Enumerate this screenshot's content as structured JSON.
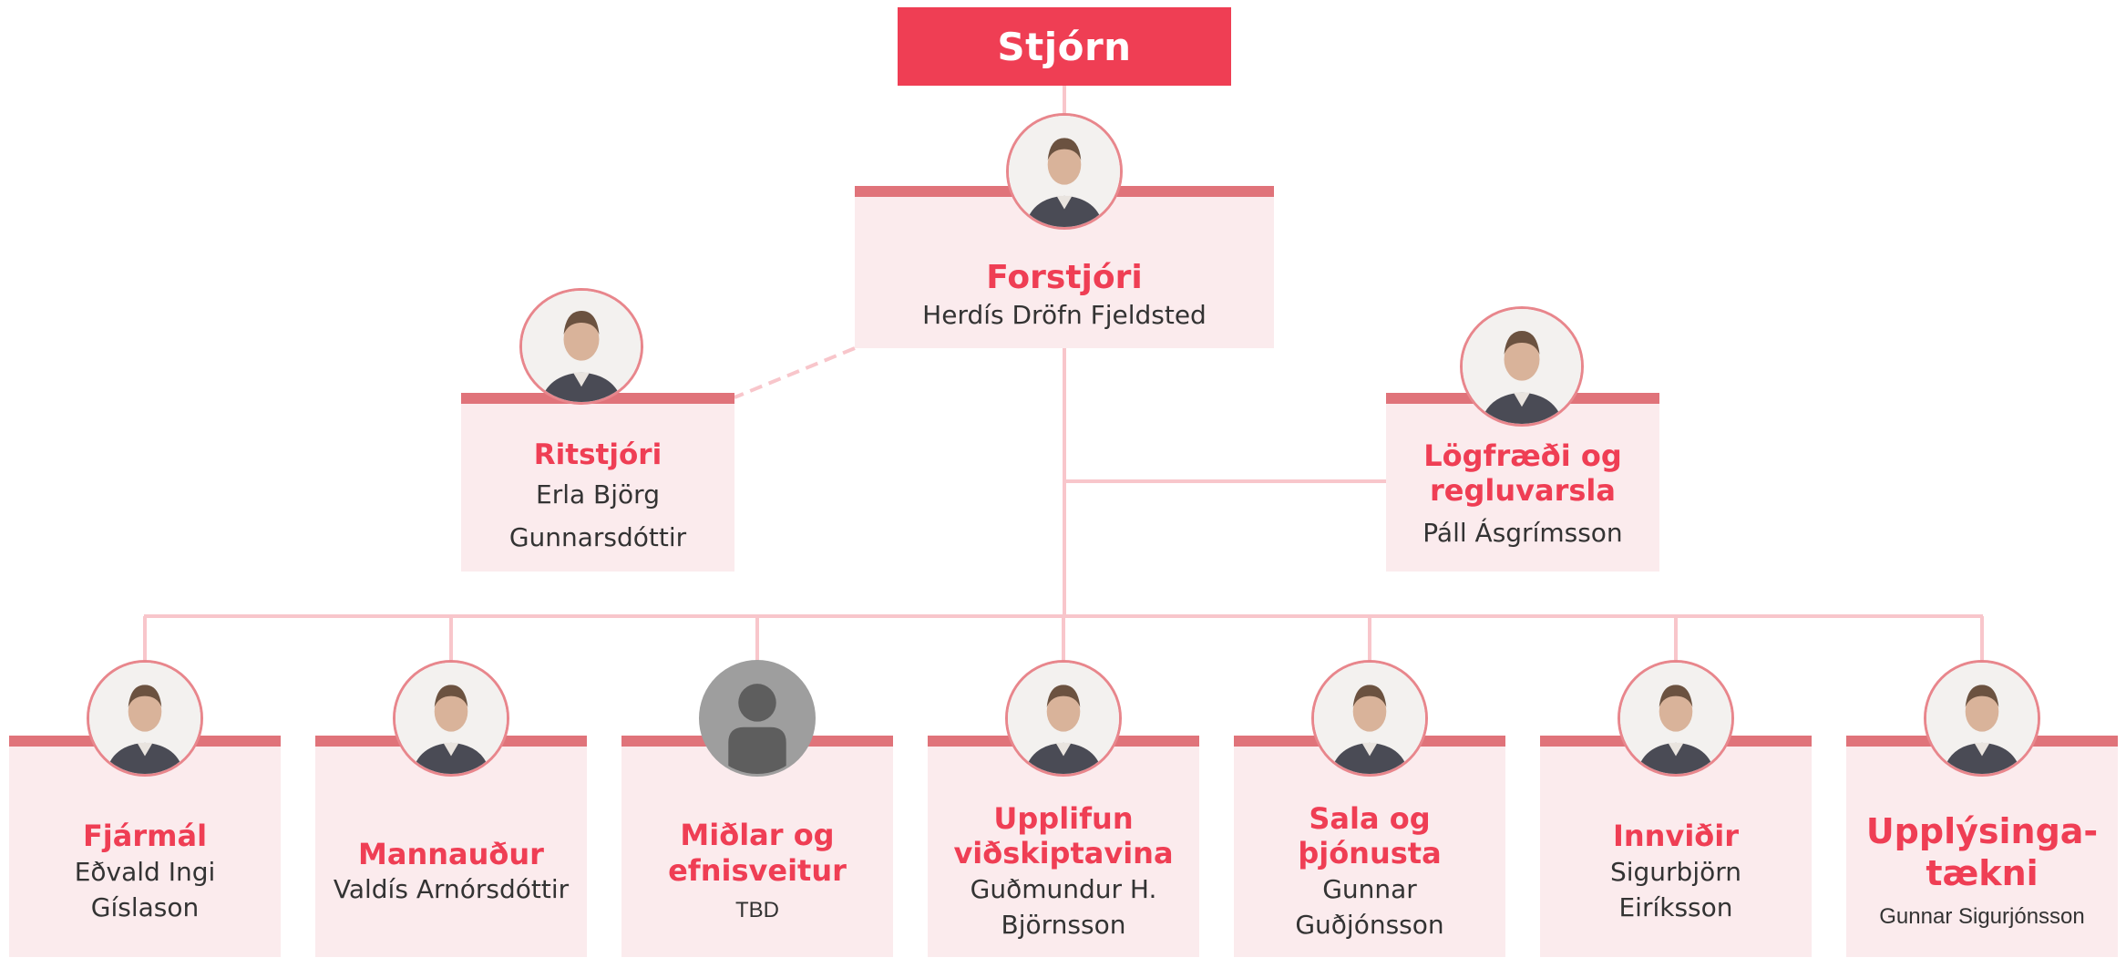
{
  "theme": {
    "accent": "#ef3e54",
    "card_top": "#e0737a",
    "card_fill": "#fbebed",
    "line": "#f8c6cb"
  },
  "board": {
    "label": "Stjórn"
  },
  "ceo": {
    "title": "Forstjóri",
    "name": "Herdís Dröfn Fjeldsted",
    "icon": "portrait-icon"
  },
  "editor": {
    "title": "Ritstjóri",
    "name_line1": "Erla Björg",
    "name_line2": "Gunnarsdóttir",
    "icon": "portrait-icon"
  },
  "legal": {
    "title_line1": "Lögfræði og",
    "title_line2": "regluvarsla",
    "name": "Páll Ásgrímsson",
    "icon": "portrait-icon"
  },
  "departments": [
    {
      "title_line1": "Fjármál",
      "title_line2": "",
      "name_line1": "Eðvald Ingi",
      "name_line2": "Gíslason",
      "icon": "portrait-icon"
    },
    {
      "title_line1": "Mannauður",
      "title_line2": "",
      "name_line1": "Valdís Arnórsdóttir",
      "name_line2": "",
      "icon": "portrait-icon"
    },
    {
      "title_line1": "Miðlar og",
      "title_line2": "efnisveitur",
      "name_line1": "TBD",
      "name_line2": "",
      "icon": "placeholder-avatar-icon"
    },
    {
      "title_line1": "Upplifun",
      "title_line2": "viðskiptavina",
      "name_line1": "Guðmundur H.",
      "name_line2": "Björnsson",
      "icon": "portrait-icon"
    },
    {
      "title_line1": "Sala og",
      "title_line2": "þjónusta",
      "name_line1": "Gunnar",
      "name_line2": "Guðjónsson",
      "icon": "portrait-icon"
    },
    {
      "title_line1": "Innviðir",
      "title_line2": "",
      "name_line1": "Sigurbjörn",
      "name_line2": "Eiríksson",
      "icon": "portrait-icon"
    },
    {
      "title_line1": "Upplýsinga-",
      "title_line2": "tækni",
      "name_line1": "Gunnar Sigurjónsson",
      "name_line2": "",
      "icon": "portrait-icon"
    }
  ]
}
